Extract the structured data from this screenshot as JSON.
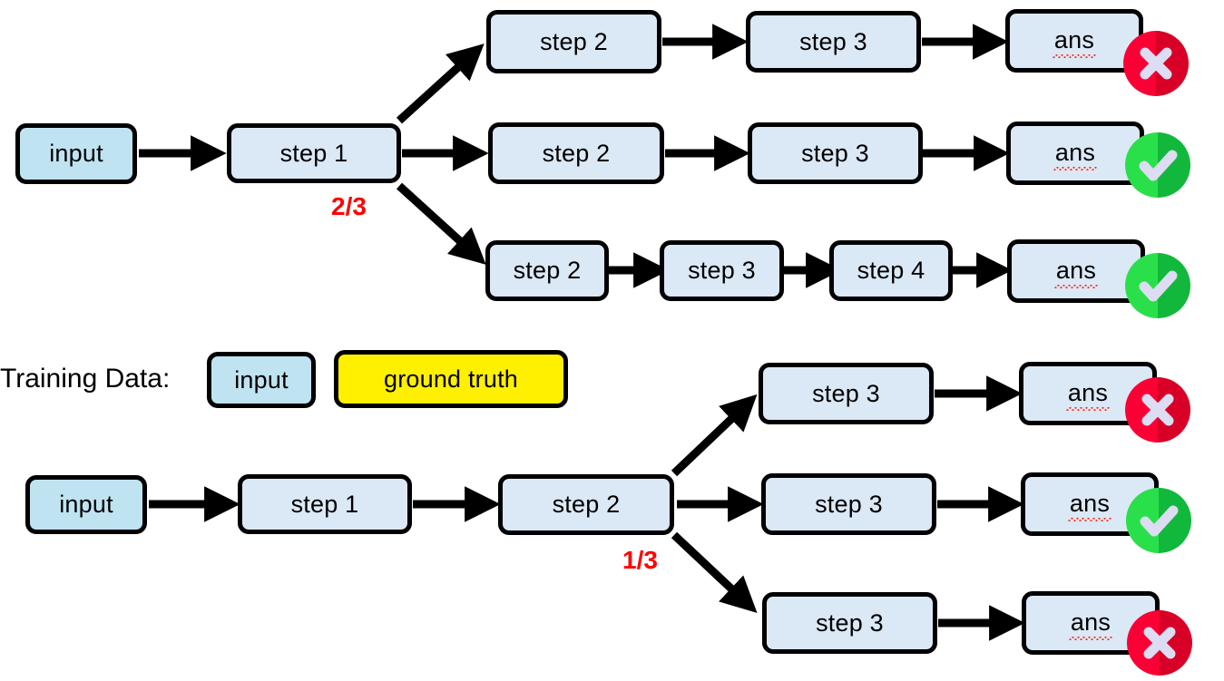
{
  "figure": {
    "background": "#ffffff",
    "colors": {
      "step_fill": "#dbe8f6",
      "input_fill": "#bfe3f1",
      "ground_truth_fill": "#fff000",
      "stroke": "#000000",
      "ratio_text": "#ff0000",
      "correct_badge": "#12b83c",
      "wrong_badge": "#d80026",
      "spellcheck_underline": "#ff2a14"
    },
    "legend": {
      "caption": "Training Data:",
      "input_label": "input",
      "ground_truth_label": "ground truth"
    },
    "top_tree": {
      "root_input": "input",
      "branch_node": "step 1",
      "branch_ratio": "2/3",
      "branches": [
        {
          "nodes": [
            "step 2",
            "step 3",
            "ans"
          ],
          "verdict": "wrong"
        },
        {
          "nodes": [
            "step 2",
            "step 3",
            "ans"
          ],
          "verdict": "correct"
        },
        {
          "nodes": [
            "step 2",
            "step 3",
            "step 4",
            "ans"
          ],
          "verdict": "correct"
        }
      ]
    },
    "bottom_tree": {
      "root_input": "input",
      "prefix_nodes": [
        "step 1",
        "step 2"
      ],
      "branch_ratio": "1/3",
      "branches": [
        {
          "nodes": [
            "step 3",
            "ans"
          ],
          "verdict": "wrong"
        },
        {
          "nodes": [
            "step 3",
            "ans"
          ],
          "verdict": "correct"
        },
        {
          "nodes": [
            "step 3",
            "ans"
          ],
          "verdict": "wrong"
        }
      ]
    },
    "icons": {
      "correct": "check-circle-icon",
      "wrong": "x-circle-icon"
    }
  }
}
